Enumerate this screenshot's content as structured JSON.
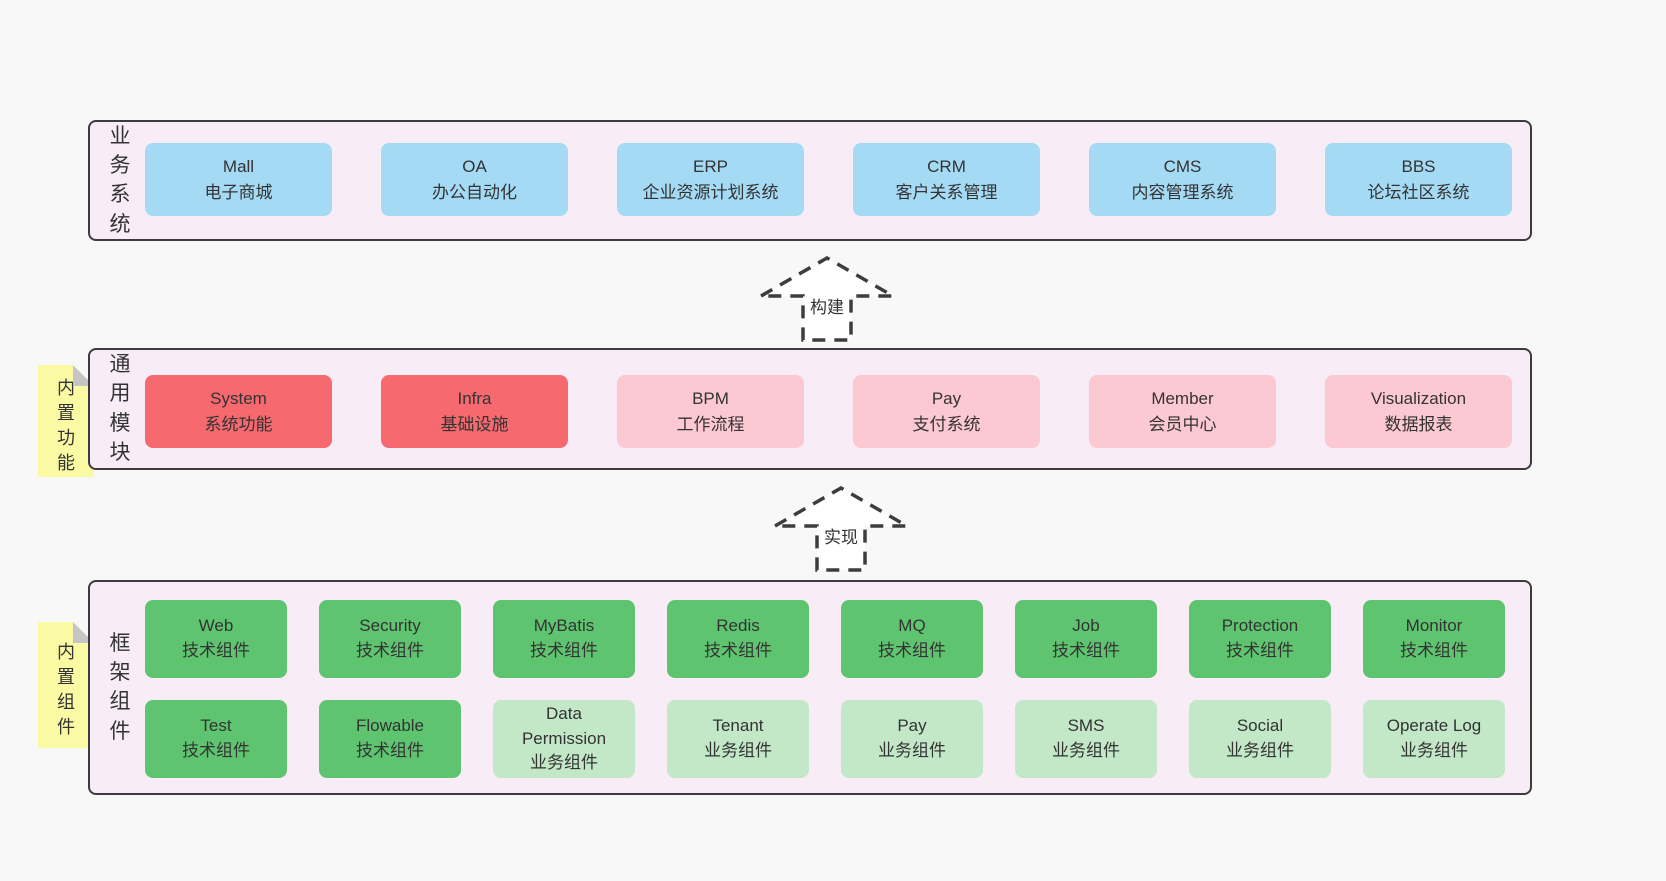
{
  "sections": {
    "business": {
      "title": "业务系统",
      "boxes": [
        {
          "name": "Mall",
          "subtitle": "电子商城"
        },
        {
          "name": "OA",
          "subtitle": "办公自动化"
        },
        {
          "name": "ERP",
          "subtitle": "企业资源计划系统"
        },
        {
          "name": "CRM",
          "subtitle": "客户关系管理"
        },
        {
          "name": "CMS",
          "subtitle": "内容管理系统"
        },
        {
          "name": "BBS",
          "subtitle": "论坛社区系统"
        }
      ]
    },
    "common": {
      "title": "通用模块",
      "note": "内置功能",
      "boxes": [
        {
          "name": "System",
          "subtitle": "系统功能"
        },
        {
          "name": "Infra",
          "subtitle": "基础设施"
        },
        {
          "name": "BPM",
          "subtitle": "工作流程"
        },
        {
          "name": "Pay",
          "subtitle": "支付系统"
        },
        {
          "name": "Member",
          "subtitle": "会员中心"
        },
        {
          "name": "Visualization",
          "subtitle": "数据报表"
        }
      ]
    },
    "components": {
      "title": "框架组件",
      "note": "内置组件",
      "row1": [
        {
          "name": "Web",
          "subtitle": "技术组件"
        },
        {
          "name": "Security",
          "subtitle": "技术组件"
        },
        {
          "name": "MyBatis",
          "subtitle": "技术组件"
        },
        {
          "name": "Redis",
          "subtitle": "技术组件"
        },
        {
          "name": "MQ",
          "subtitle": "技术组件"
        },
        {
          "name": "Job",
          "subtitle": "技术组件"
        },
        {
          "name": "Protection",
          "subtitle": "技术组件"
        },
        {
          "name": "Monitor",
          "subtitle": "技术组件"
        }
      ],
      "row2": [
        {
          "name": "Test",
          "subtitle": "技术组件"
        },
        {
          "name": "Flowable",
          "subtitle": "技术组件"
        },
        {
          "name": "Data Permission",
          "subtitle": "业务组件"
        },
        {
          "name": "Tenant",
          "subtitle": "业务组件"
        },
        {
          "name": "Pay",
          "subtitle": "业务组件"
        },
        {
          "name": "SMS",
          "subtitle": "业务组件"
        },
        {
          "name": "Social",
          "subtitle": "业务组件"
        },
        {
          "name": "Operate Log",
          "subtitle": "业务组件"
        }
      ]
    }
  },
  "arrows": {
    "build": {
      "label": "构建"
    },
    "implement": {
      "label": "实现"
    }
  },
  "colors": {
    "blue_box": "#a5daf5",
    "red_box": "#f5696f",
    "pink_box": "#fcc9d2",
    "green_box": "#5fc46f",
    "green_light_box": "#c2e8c8",
    "panel_fill": "#f8edf6",
    "note_yellow": "#fafaa5",
    "border": "#3d3a40",
    "page_bg": "#f8f8f8"
  }
}
